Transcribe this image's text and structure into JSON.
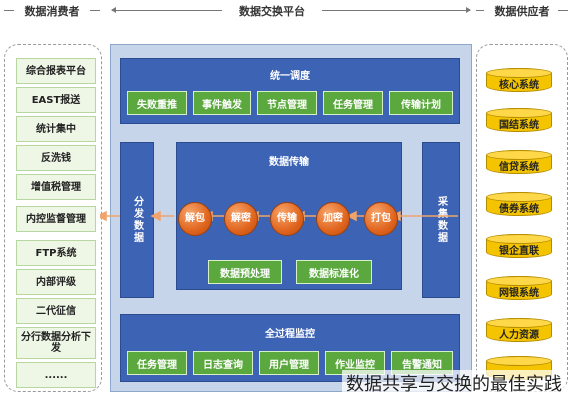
{
  "headers": {
    "consumers": "数据消费者",
    "platform": "数据交换平台",
    "suppliers": "数据供应者"
  },
  "consumers": [
    "综合报表平台",
    "EAST报送",
    "统计集中",
    "反洗钱",
    "增值税管理",
    "内控监督管理",
    "FTP系统",
    "内部评级",
    "二代征信",
    "分行数据分析下发",
    "......"
  ],
  "suppliers": [
    "核心系统",
    "国结系统",
    "信贷系统",
    "债券系统",
    "银企直联",
    "网银系统",
    "人力资源"
  ],
  "platform": {
    "dispatch": {
      "title": "统一调度",
      "buttons": [
        "传输计划",
        "任务管理",
        "节点管理",
        "事件触发",
        "失败重推"
      ]
    },
    "collect_label": "采集数据",
    "distribute_label": "分发数据",
    "transfer": {
      "title": "数据传输",
      "steps": [
        "打包",
        "加密",
        "传输",
        "解密",
        "解包"
      ],
      "buttons": [
        "数据标准化",
        "数据预处理"
      ]
    },
    "monitor": {
      "title": "全过程监控",
      "buttons": [
        "日志查询",
        "作业监控",
        "告警通知",
        "用户管理",
        "任务管理"
      ]
    }
  },
  "caption": "数据共享与交换的最佳实践",
  "colors": {
    "platform_bg": "#c6d5ea",
    "band_blue": "#3d64b4",
    "button_green": "#5aa83e",
    "step_orange": "#e0651e",
    "cylinder_yellow": "#f5c400"
  }
}
